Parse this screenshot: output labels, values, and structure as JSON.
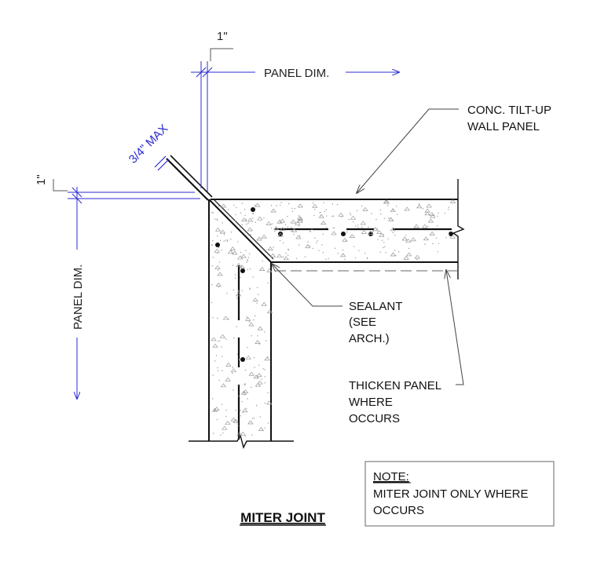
{
  "labels": {
    "dim_top_small": "1\"",
    "dim_top_panel": "PANEL DIM.",
    "dim_left_small": "1\"",
    "dim_left_panel": "PANEL DIM.",
    "joint_max": "3/4\" MAX",
    "conc_line1": "CONC. TILT-UP",
    "conc_line2": "WALL PANEL",
    "sealant_line1": "SEALANT",
    "sealant_line2": "(SEE",
    "sealant_line3": "ARCH.)",
    "thicken_line1": "THICKEN PANEL",
    "thicken_line2": "WHERE",
    "thicken_line3": "OCCURS",
    "note_heading": "NOTE:",
    "note_line1": "MITER JOINT ONLY WHERE",
    "note_line2": "OCCURS",
    "title": "MITER JOINT"
  },
  "colors": {
    "line": "#111111",
    "dimension": "#2b2bd0",
    "leader": "#444444"
  }
}
